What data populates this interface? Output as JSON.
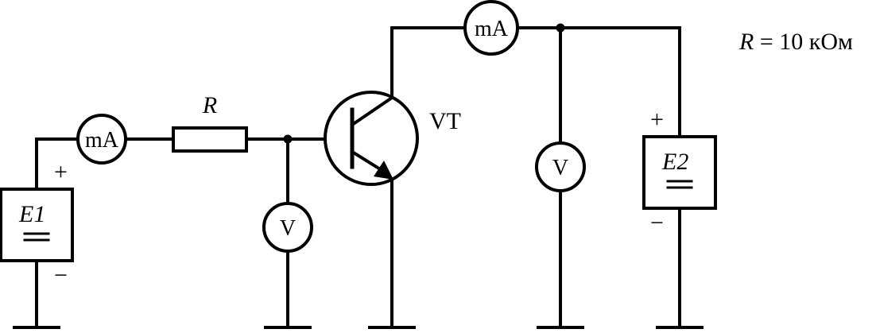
{
  "title": "",
  "note": {
    "symbol": "R",
    "text": " = 10 кОм"
  },
  "components": {
    "resistor": {
      "label": "R"
    },
    "transistor": {
      "label": "VT"
    },
    "battery1": {
      "label": "E1",
      "plus": "+",
      "minus": "−"
    },
    "battery2": {
      "label": "E2",
      "plus": "+",
      "minus": "−"
    },
    "ammeter_base": {
      "unit": "mA"
    },
    "ammeter_collector": {
      "unit": "mA"
    },
    "voltmeter_base": {
      "unit": "V"
    },
    "voltmeter_collector": {
      "unit": "V"
    }
  }
}
